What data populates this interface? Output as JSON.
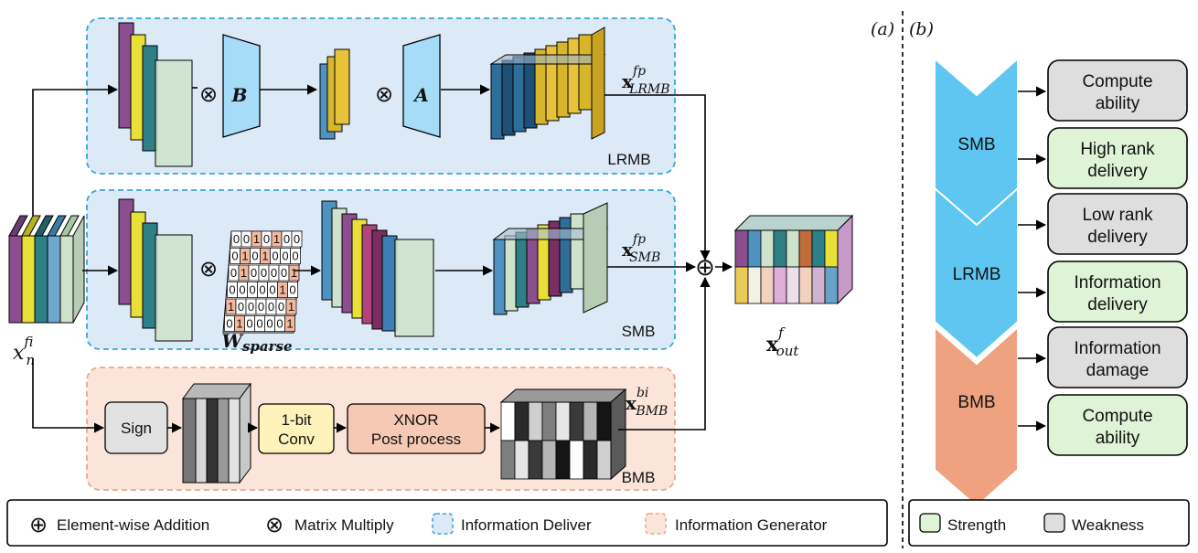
{
  "panels": {
    "a": "(a)",
    "b": "(b)"
  },
  "colors": {
    "purple": "#8b4e8e",
    "yellow": "#e8e036",
    "teal": "#2e7f86",
    "blue": "#4e92c2",
    "sage": "#cfe3cc",
    "gold": "#d8b62c",
    "navy": "#1e4f77",
    "deliver_fill": "#dce9f7",
    "deliver_border": "#39a7d6",
    "generator_fill": "#fbe5da",
    "generator_border": "#e9a88a",
    "trap_fill": "#a6dcf8",
    "smb_chevron": "#5ec6f1",
    "bmb_chevron": "#eea27f",
    "strength_fill": "#dff3d6",
    "weakness_fill": "#dedede",
    "sign_fill": "#e2e2e2",
    "conv_fill": "#fdf2b9",
    "xnor_fill": "#f6c9b5"
  },
  "main": {
    "lrmb": {
      "name": "LRMB",
      "op1": "⊗",
      "mat_b": "B",
      "op2": "⊗",
      "mat_a": "A",
      "out_main": "x",
      "out_sup": "fp",
      "out_sub": "LRMB"
    },
    "smb": {
      "name": "SMB",
      "op": "⊗",
      "sparse_main": "W",
      "sparse_sub": "sparse",
      "out_main": "x",
      "out_sup": "fp",
      "out_sub": "SMB",
      "matrix": [
        [
          "0",
          "0",
          "1",
          "0",
          "1",
          "0",
          "0"
        ],
        [
          "0",
          "1",
          "0",
          "1",
          "0",
          "0",
          "0"
        ],
        [
          "0",
          "1",
          "0",
          "0",
          "0",
          "0",
          "1"
        ],
        [
          "0",
          "0",
          "0",
          "0",
          "0",
          "1",
          "0"
        ],
        [
          "1",
          "0",
          "0",
          "0",
          "0",
          "0",
          "1"
        ],
        [
          "0",
          "1",
          "0",
          "0",
          "0",
          "0",
          "1"
        ]
      ]
    },
    "bmb": {
      "name": "BMB",
      "sign": "Sign",
      "conv_line1": "1-bit",
      "conv_line2": "Conv",
      "xnor_line1": "XNOR",
      "xnor_line2": "Post process",
      "out_main": "x",
      "out_sup": "bi",
      "out_sub": "BMB"
    },
    "input": {
      "main": "x",
      "sup": "f",
      "sub": "in"
    },
    "output": {
      "main": "x",
      "sup": "f",
      "sub": "out"
    },
    "plus": "⊕"
  },
  "legend": {
    "addition_symbol": "⊕",
    "addition": "Element-wise Addition",
    "multiply_symbol": "⊗",
    "multiply": "Matrix Multiply",
    "deliver": "Information Deliver",
    "generator": "Information Generator"
  },
  "right": {
    "chevrons": [
      "SMB",
      "LRMB",
      "BMB"
    ],
    "boxes": [
      {
        "lines": [
          "Compute",
          "ability"
        ],
        "kind": "weakness"
      },
      {
        "lines": [
          "High rank",
          "delivery"
        ],
        "kind": "strength"
      },
      {
        "lines": [
          "Low rank",
          "delivery"
        ],
        "kind": "weakness"
      },
      {
        "lines": [
          "Information",
          "delivery"
        ],
        "kind": "strength"
      },
      {
        "lines": [
          "Information",
          "damage"
        ],
        "kind": "weakness"
      },
      {
        "lines": [
          "Compute",
          "ability"
        ],
        "kind": "strength"
      }
    ],
    "legend": {
      "strength": "Strength",
      "weakness": "Weakness"
    }
  }
}
